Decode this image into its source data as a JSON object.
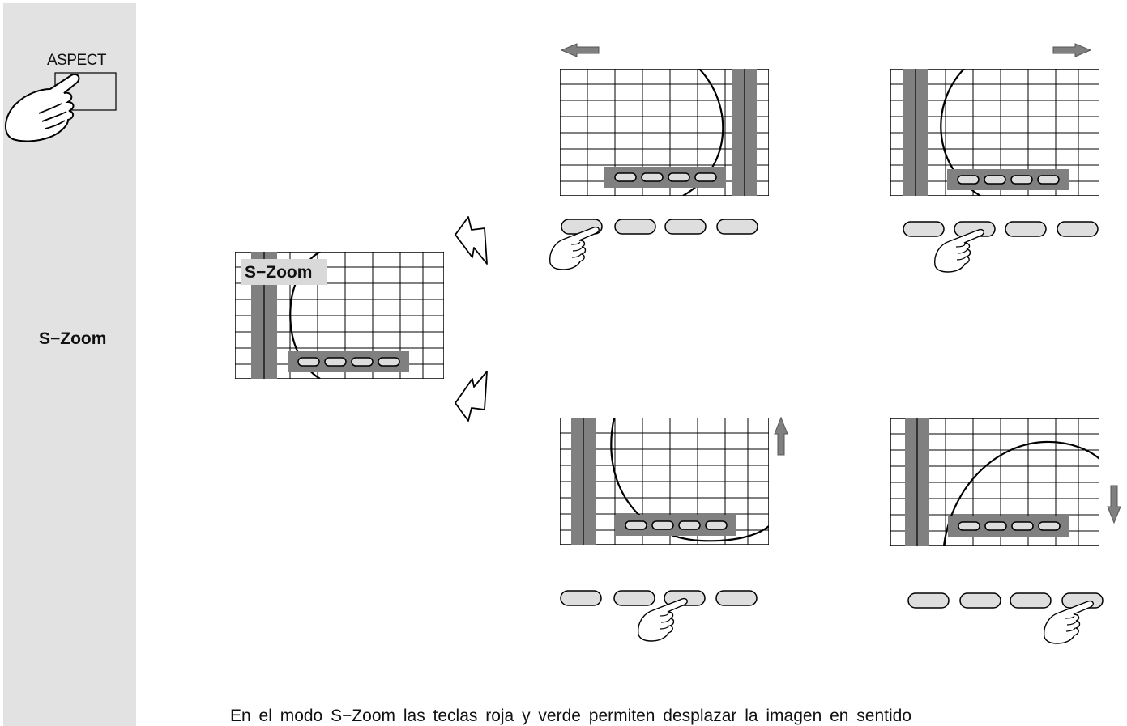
{
  "sidebar": {
    "button_label": "ASPECT",
    "mode_label": "S−Zoom"
  },
  "diagram": {
    "screen_label": "S−Zoom",
    "directions": [
      "left",
      "right",
      "up",
      "down"
    ],
    "pressed_keys": [
      1,
      2,
      3,
      4
    ]
  },
  "caption": "En el modo S−Zoom las teclas roja y verde permiten desplazar la imagen en sentido",
  "colors": {
    "sidebar": "#e2e2e2",
    "bar": "#808080",
    "key_fill": "#dedede",
    "line": "#000000"
  },
  "icons": [
    "hand-pointer-icon",
    "hollow-arrow-icon",
    "filled-arrow-icon"
  ]
}
